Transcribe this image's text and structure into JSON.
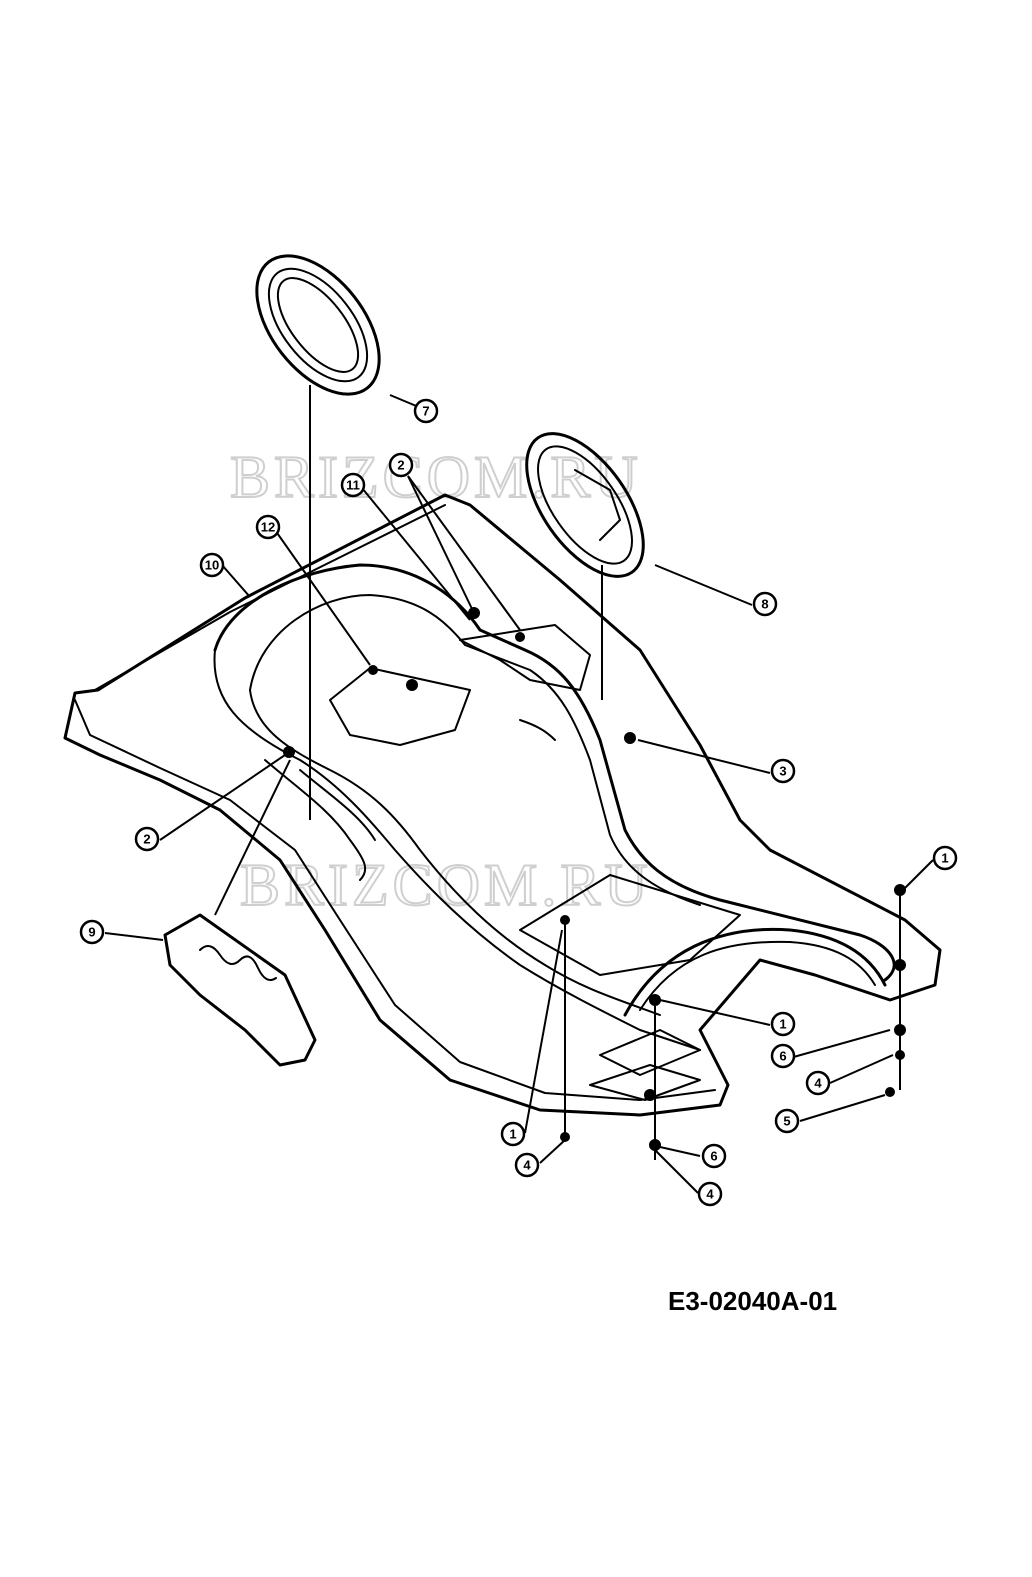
{
  "diagram": {
    "drawing_code": "E3-02040A-01",
    "watermark": "BRIZCOM.RU",
    "callouts": [
      "1",
      "1",
      "1",
      "2",
      "2",
      "3",
      "4",
      "4",
      "4",
      "5",
      "6",
      "6",
      "7",
      "8",
      "9",
      "10",
      "11",
      "12"
    ]
  }
}
